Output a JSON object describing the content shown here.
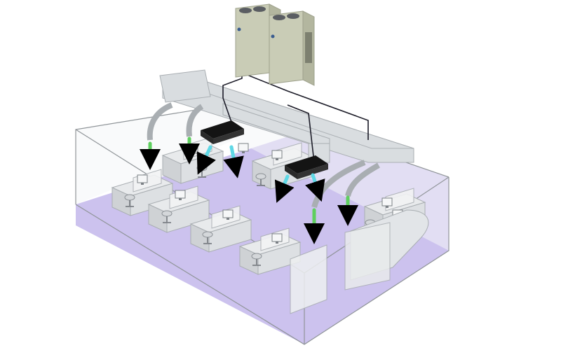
{
  "diagram": {
    "title": "",
    "labels": [],
    "colors": {
      "floor": "#ccc2ee",
      "room_wall": "#f4f5f7",
      "room_edge": "#8f9498",
      "duct": "#d9dde0",
      "duct_shadow": "#a9aeb2",
      "ceiling_cassette": "#141414",
      "refrigerant_pipe": "#1c1c28",
      "cool_air": "#5fd8e6",
      "fresh_air": "#5fcf5f",
      "outdoor_unit": "#c9ccb6",
      "fan_grille": "#5a5d62",
      "furniture": "#e8eaec"
    },
    "icons": [
      "outdoor-ac-unit-icon",
      "indoor-cassette-unit-icon",
      "fan-grille-icon",
      "airflow-arrow-icon",
      "office-chair-icon",
      "computer-monitor-icon"
    ],
    "indoor_units": [
      {
        "type": "ceiling-cassette"
      },
      {
        "type": "ceiling-cassette"
      }
    ],
    "outdoor_units": [
      {
        "type": "vrf-condensing-unit"
      },
      {
        "type": "vrf-condensing-unit"
      }
    ],
    "airflows": [
      {
        "kind": "cool-air"
      },
      {
        "kind": "cool-air"
      },
      {
        "kind": "cool-air"
      },
      {
        "kind": "cool-air"
      },
      {
        "kind": "fresh-air"
      },
      {
        "kind": "fresh-air"
      },
      {
        "kind": "fresh-air"
      },
      {
        "kind": "fresh-air"
      }
    ],
    "desks": [
      {},
      {},
      {},
      {},
      {},
      {},
      {}
    ],
    "monitors": [
      {},
      {},
      {},
      {},
      {},
      {},
      {},
      {},
      {}
    ]
  }
}
